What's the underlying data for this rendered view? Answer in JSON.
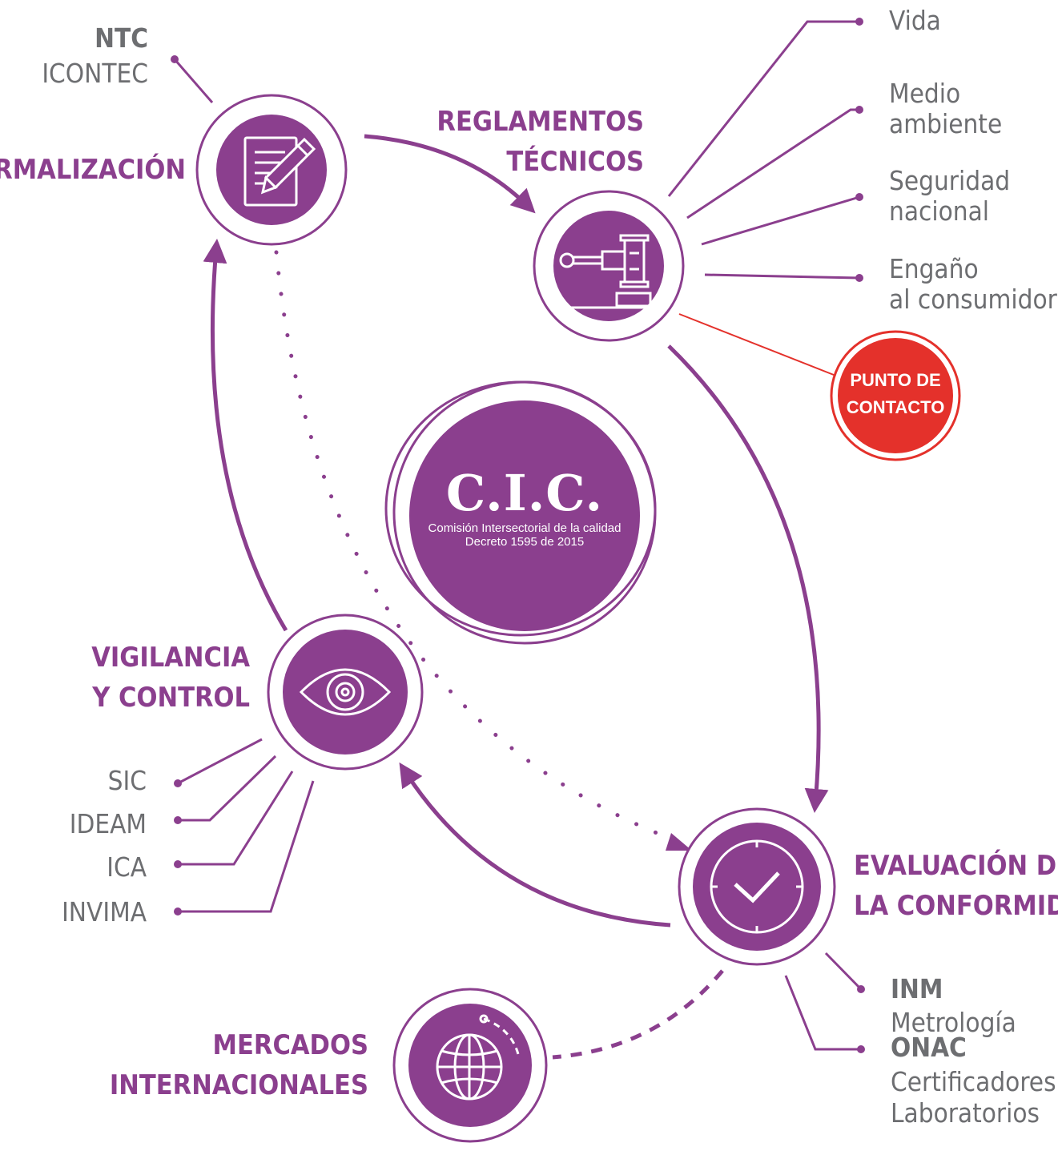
{
  "colors": {
    "purple": "#8b3f8e",
    "red": "#e4312b",
    "gray": "#6d6e71",
    "white": "#ffffff"
  },
  "center": {
    "title": "C.I.C.",
    "subtitle": "Comisión Intersectorial de la calidad",
    "decree": "Decreto 1595 de 2015"
  },
  "nodes": {
    "normalizacion": {
      "label": "NORMALIZACIÓN",
      "icon": "document-pencil-icon"
    },
    "reglamentos": {
      "label_line1": "REGLAMENTOS",
      "label_line2": "TÉCNICOS",
      "icon": "gavel-icon"
    },
    "evaluacion": {
      "label_line1": "EVALUACIÓN DE",
      "label_line2": "LA CONFORMIDAD",
      "icon": "check-badge-icon"
    },
    "vigilancia": {
      "label_line1": "VIGILANCIA",
      "label_line2": "Y CONTROL",
      "icon": "eye-icon"
    },
    "mercados": {
      "label_line1": "MERCADOS",
      "label_line2": "INTERNACIONALES",
      "icon": "globe-icon"
    }
  },
  "ntc": {
    "title": "NTC",
    "sub": "ICONTEC"
  },
  "reglamento_topics": [
    {
      "line1": "Vida",
      "line2": ""
    },
    {
      "line1": "Medio",
      "line2": "ambiente"
    },
    {
      "line1": "Seguridad",
      "line2": "nacional"
    },
    {
      "line1": "Engaño",
      "line2": "al consumidor"
    }
  ],
  "punto_contacto": {
    "line1": "PUNTO DE",
    "line2": "CONTACTO"
  },
  "vigilancia_entities": [
    "SIC",
    "IDEAM",
    "ICA",
    "INVIMA"
  ],
  "inm": {
    "title": "INM",
    "sub": "Metrología"
  },
  "onac": {
    "title": "ONAC",
    "sub1": "Certificadores",
    "sub2": "Laboratorios"
  }
}
